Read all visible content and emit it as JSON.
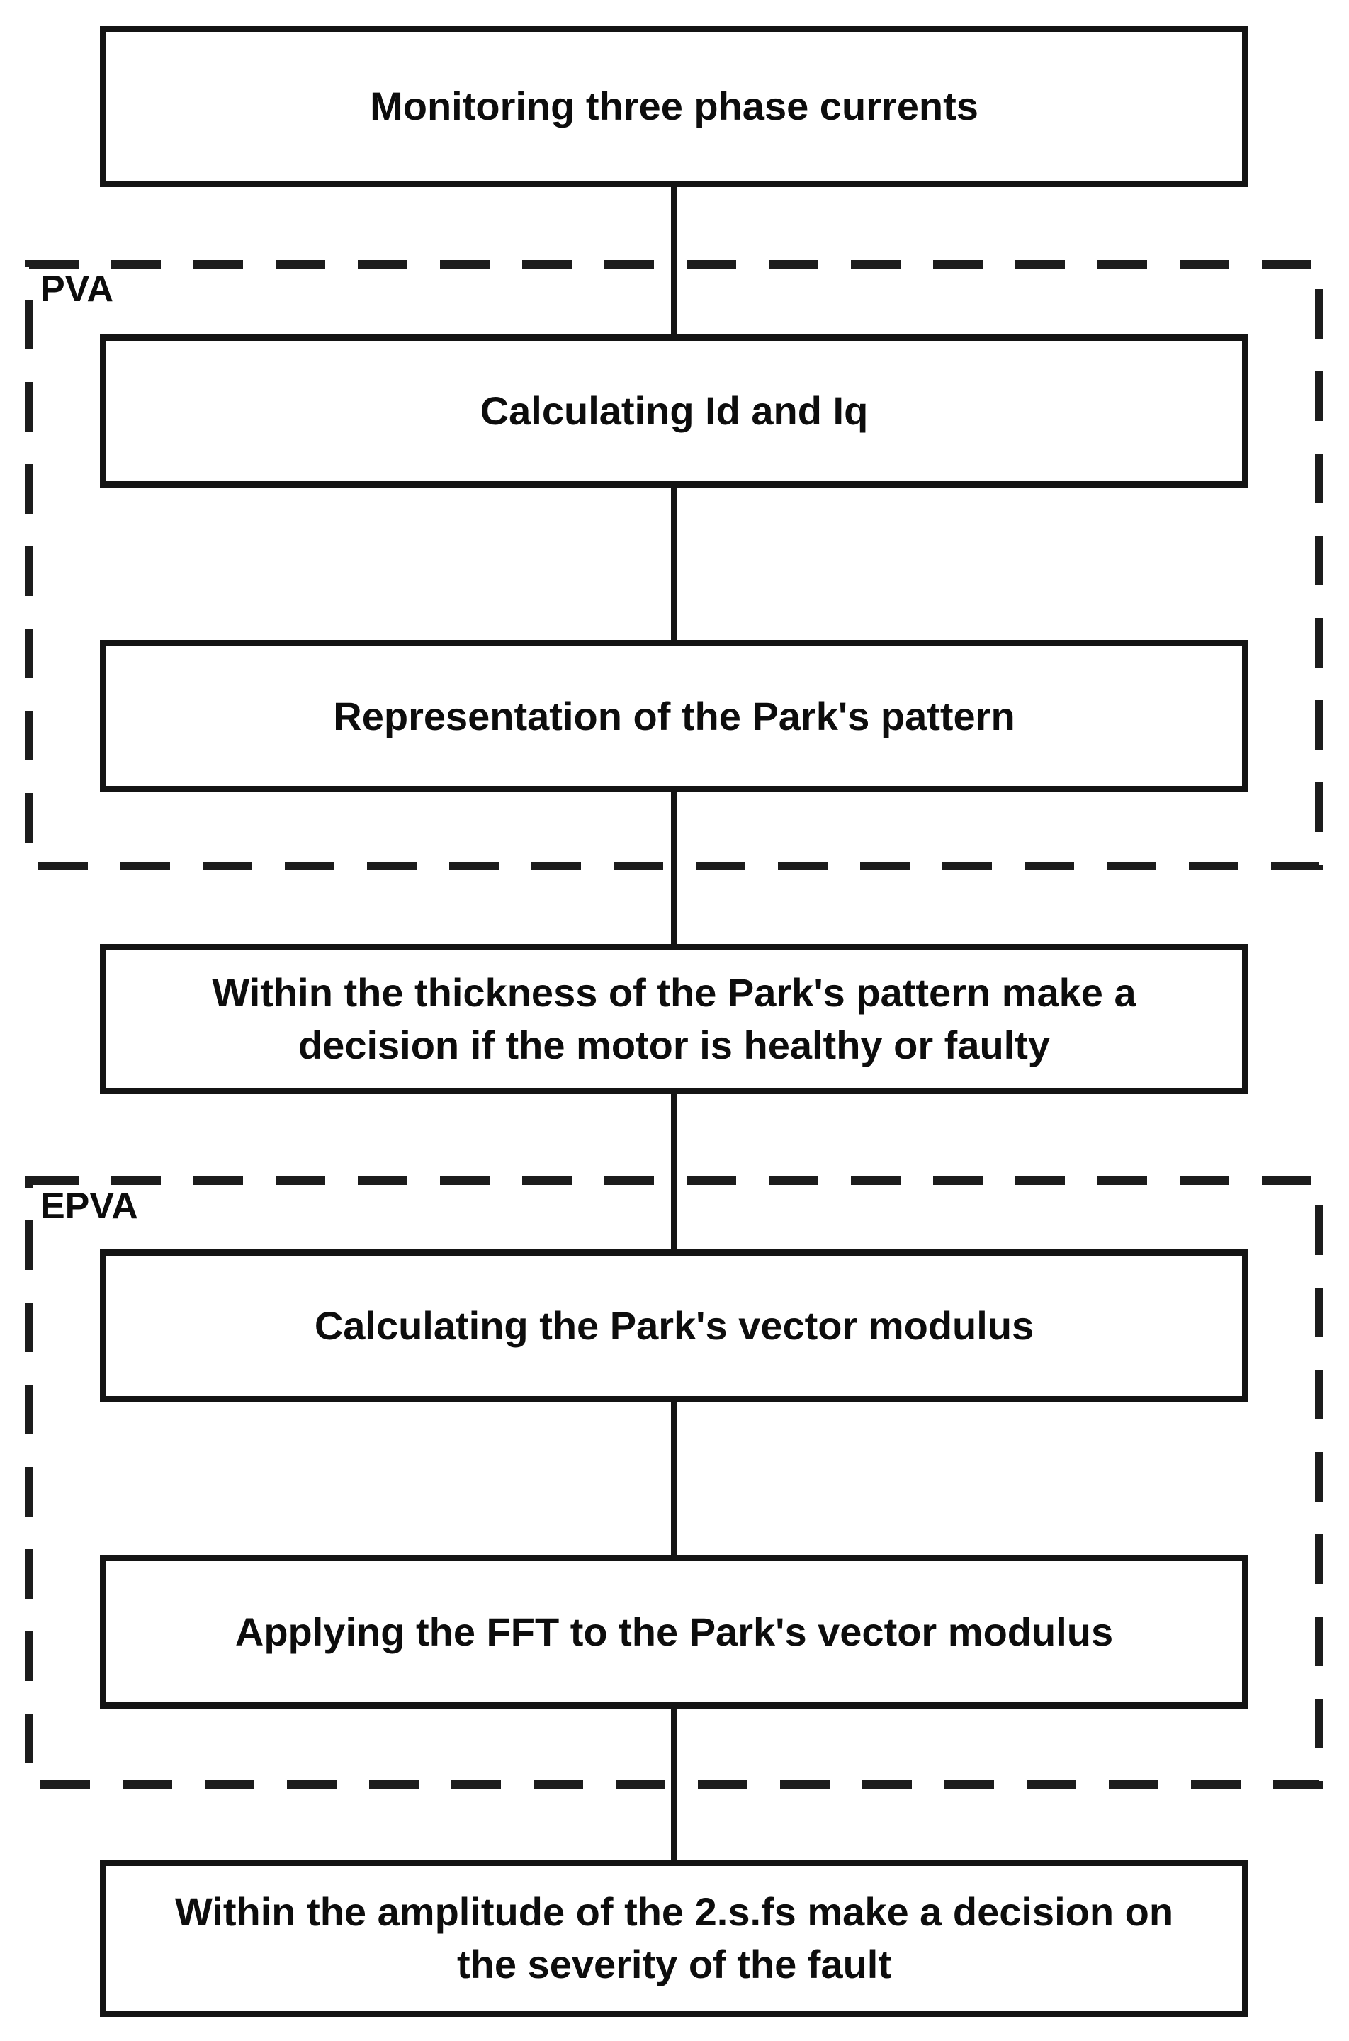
{
  "groups": [
    {
      "id": "pva",
      "label": "PVA"
    },
    {
      "id": "epva",
      "label": "EPVA"
    }
  ],
  "nodes": [
    {
      "id": "monitoring",
      "lines": [
        "Monitoring three phase currents"
      ]
    },
    {
      "id": "calc-id-iq",
      "lines": [
        "Calculating Id and Iq"
      ]
    },
    {
      "id": "park-pattern",
      "lines": [
        "Representation of the Park's pattern"
      ]
    },
    {
      "id": "healthy-decision",
      "lines": [
        "Within the thickness of the Park's pattern make a",
        "decision if the motor is healthy or faulty"
      ]
    },
    {
      "id": "park-vector-modulus",
      "lines": [
        "Calculating the Park's vector modulus"
      ]
    },
    {
      "id": "fft-modulus",
      "lines": [
        "Applying the FFT to the Park's vector modulus"
      ]
    },
    {
      "id": "severity-decision",
      "lines": [
        "Within the amplitude of the 2.s.fs make a decision on",
        "the severity of the fault"
      ]
    }
  ],
  "colors": {
    "ink": "#141414",
    "background": "#ffffff"
  }
}
